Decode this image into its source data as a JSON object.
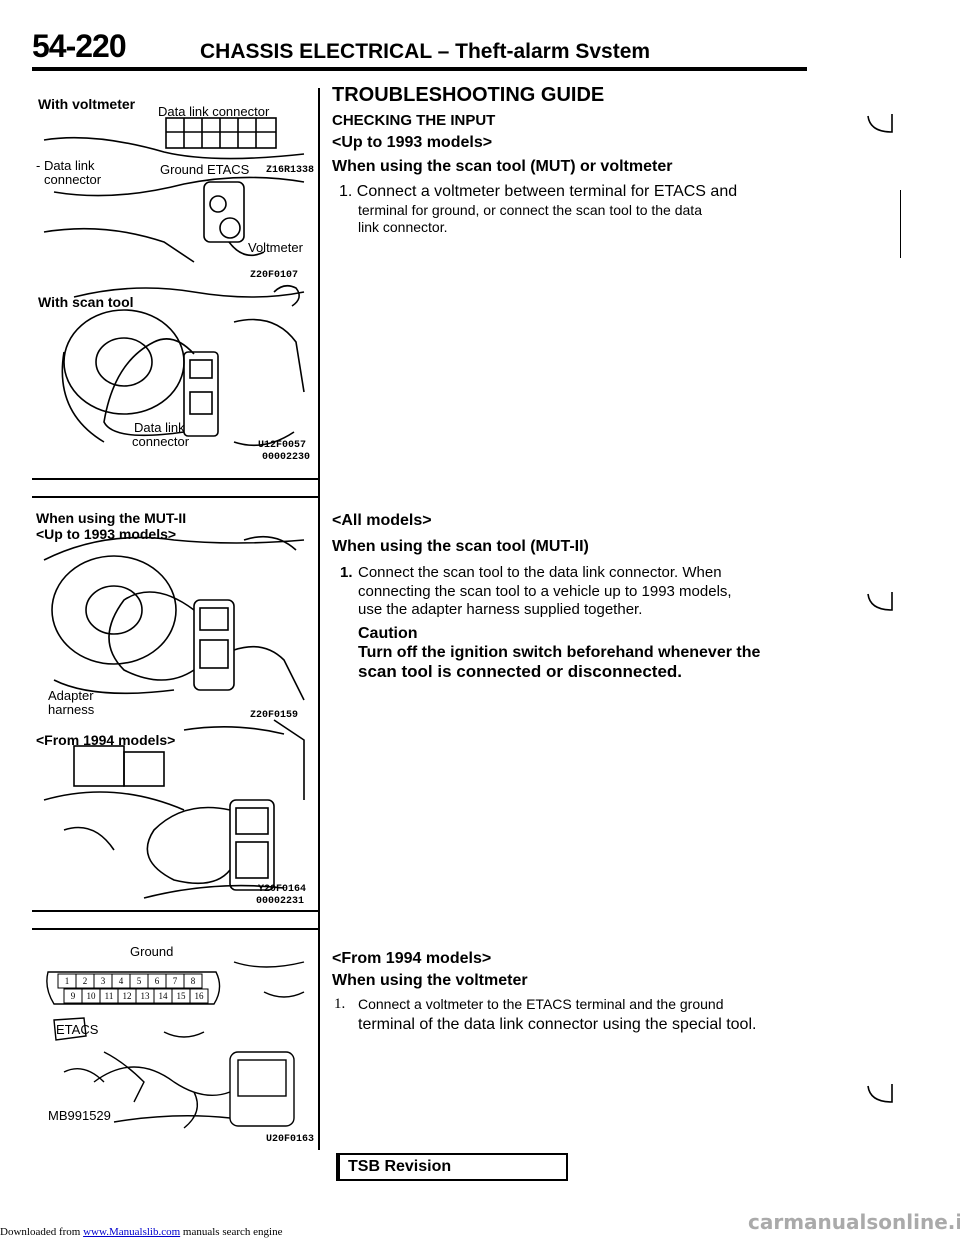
{
  "header": {
    "page_number": "54-220",
    "title": "CHASSIS ELECTRICAL – Theft-alarm Svstem"
  },
  "figures": {
    "fig1": {
      "label_top": "With  voltmeter",
      "label_connector": "Data link connector",
      "label_data_link": "- Data  link",
      "label_connector2": "connector",
      "label_ground_etacs": "Ground  ETACS",
      "code1": "Z16R1338",
      "label_voltmeter": "Voltmeter",
      "code2": "Z20F0107",
      "label_scan_tool": "With scan tool",
      "label_data_link2": "Data  link",
      "label_connector3": "connector",
      "code3": "U12F0057",
      "code4": "00002230"
    },
    "fig2": {
      "label_mut": "When using the MUT-II",
      "label_up": "<Up  to  1993  models>",
      "label_adapter": "Adapter",
      "label_harness": "harness",
      "code1": "Z20F0159",
      "label_from": "<From 1994 models>",
      "code2": "Y20F0164",
      "code3": "00002231"
    },
    "fig3": {
      "label_ground": "Ground",
      "pins_top": [
        "1",
        "2",
        "3",
        "4",
        "5",
        "6",
        "7",
        "8"
      ],
      "pins_bottom": [
        "9",
        "10",
        "11",
        "12",
        "13",
        "14",
        "15",
        "16"
      ],
      "label_etacs": "ETACS",
      "label_tool": "MB991529",
      "code1": "U20F0163"
    }
  },
  "section1": {
    "heading": "TROUBLESHOOTING  GUIDE",
    "subheading": "CHECKING  THE  INPUT",
    "model": "<Up  to  1993  models>",
    "method": "When using the scan tool (MUT) or voltmeter",
    "step1_line1": "1. Connect a voltmeter between terminal for ETACS and",
    "step1_line2": "terminal for ground, or connect the scan tool to the data",
    "step1_line3": "link connector."
  },
  "section2": {
    "model": "<All  models>",
    "method": "When using the scan tool (MUT-II)",
    "step_num": "1.",
    "step_line1": "Connect the scan tool to the data link connector. When",
    "step_line2": "connecting the scan tool to a vehicle up to 1993 models,",
    "step_line3": "use the adapter harness supplied together.",
    "caution_label": "Caution",
    "caution_line1": "Turn off the ignition switch beforehand whenever the",
    "caution_line2": "scan tool is connected or disconnected."
  },
  "section3": {
    "model": "<From  1994  models>",
    "method": "When using the voltmeter",
    "step_num": "1.",
    "step_line1": "Connect a voltmeter to the ETACS terminal and the ground",
    "step_line2": "terminal of the data link connector using the special tool."
  },
  "footer": {
    "tsb": "TSB Revision",
    "downloaded_prefix": "Downloaded from",
    "link": "www.Manualslib.com",
    "suffix": "manuals search engine",
    "watermark": "carmanualsonline.info"
  }
}
